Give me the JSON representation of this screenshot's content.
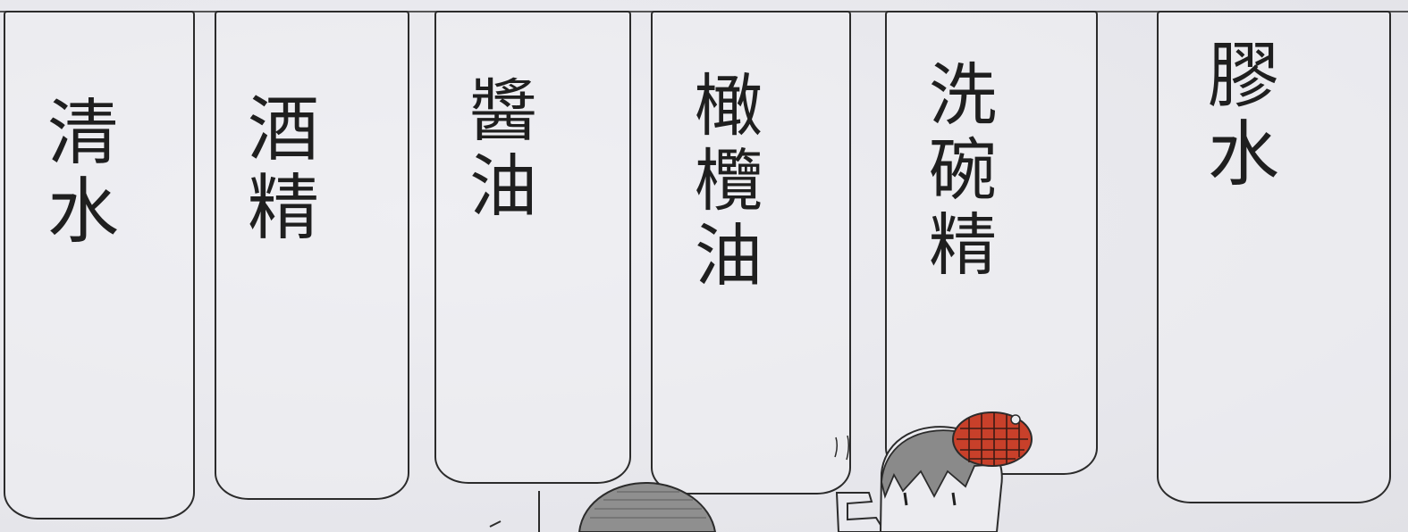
{
  "bottles": [
    {
      "label": "清水"
    },
    {
      "label": "酒精"
    },
    {
      "label": "醬油"
    },
    {
      "label": "橄欖油"
    },
    {
      "label": "洗碗精"
    },
    {
      "label": "膠水"
    }
  ],
  "colors": {
    "paper": "#e9e9ee",
    "ink": "#2b2b2b",
    "hat_red": "#c8402a",
    "hair": "#8a8a8a"
  },
  "icons": {
    "hatted_head": "character-head-with-beret-icon",
    "round_head": "round-head-icon"
  }
}
